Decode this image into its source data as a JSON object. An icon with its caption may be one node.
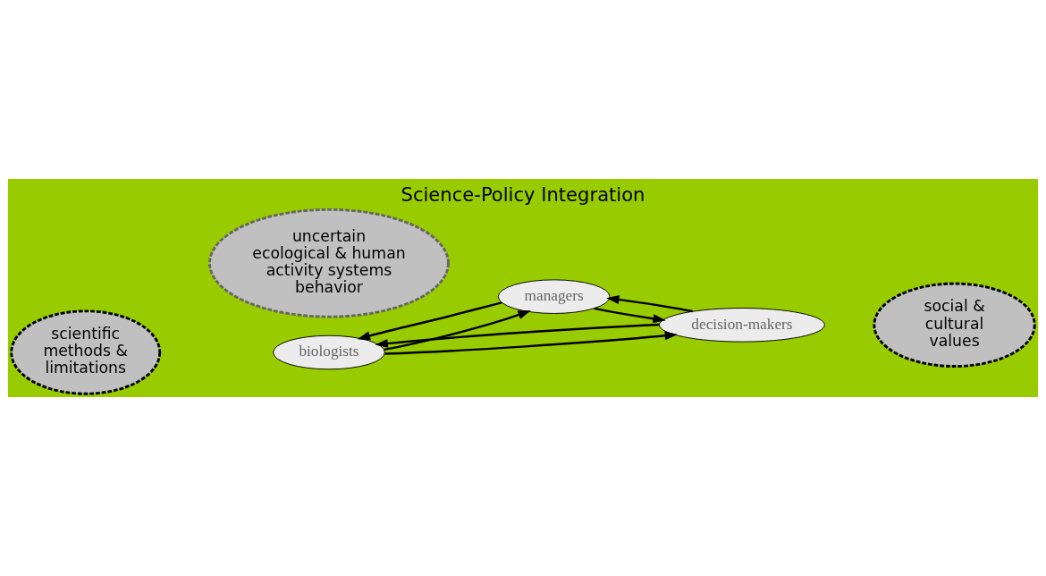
{
  "diagram": {
    "title": "Science-Policy Integration",
    "nodes": [
      {
        "text": [
          "biologists"
        ]
      },
      {
        "text": [
          "managers"
        ]
      },
      {
        "text": [
          "scientific methods & limitations"
        ]
      },
      {
        "text": [
          "uncertain ecological & human activity systems behavior"
        ]
      },
      {
        "text": [
          "decision-makers"
        ]
      },
      {
        "text": [
          "social & cultural values"
        ]
      }
    ],
    "edges": [
      {
        "from": 1,
        "to": 0,
        "arrow": "to"
      },
      {
        "from": 0,
        "to": 1,
        "arrow": "to"
      },
      {
        "from": 0,
        "to": 4,
        "arrow": "to"
      },
      {
        "from": 4,
        "to": 0,
        "arrow": "to"
      },
      {
        "from": 1,
        "to": 4,
        "arrow": "to"
      },
      {
        "from": 4,
        "to": 1,
        "arrow": "to"
      }
    ]
  }
}
